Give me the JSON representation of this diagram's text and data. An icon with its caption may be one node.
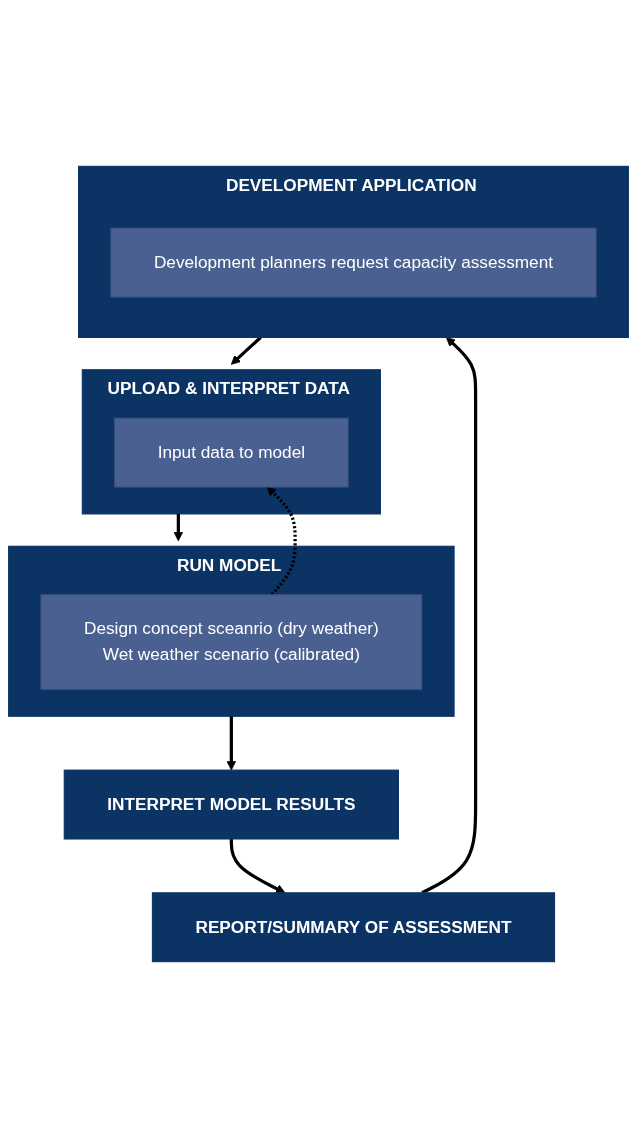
{
  "diagram": {
    "nodes": [
      {
        "text": [
          "DEVELOPMENT APPLICATION"
        ]
      },
      {
        "text": [
          "Development planners request capacity assessment"
        ],
        "in": 0
      },
      {
        "text": [
          "UPLOAD & INTERPRET DATA"
        ]
      },
      {
        "text": [
          "Input data to model"
        ],
        "in": 2
      },
      {
        "text": [
          "RUN MODEL"
        ]
      },
      {
        "text": [
          "Design concept sceanrio (dry weather)",
          "Wet weather scenario (calibrated)"
        ],
        "in": 4
      },
      {
        "text": [
          "INTERPRET MODEL RESULTS"
        ]
      },
      {
        "text": [
          "REPORT/SUMMARY OF ASSESSMENT"
        ]
      }
    ],
    "edges": [
      {
        "from": 0,
        "to": 2,
        "arrow": "to"
      },
      {
        "from": 2,
        "to": 4,
        "arrow": "to"
      },
      {
        "from": 4,
        "to": 6,
        "arrow": "to"
      },
      {
        "from": 6,
        "to": 7,
        "arrow": "to"
      },
      {
        "from": 7,
        "to": 0,
        "arrow": "to"
      },
      {
        "from": 5,
        "to": 3,
        "arrow": "to",
        "style": "dashed"
      }
    ]
  }
}
